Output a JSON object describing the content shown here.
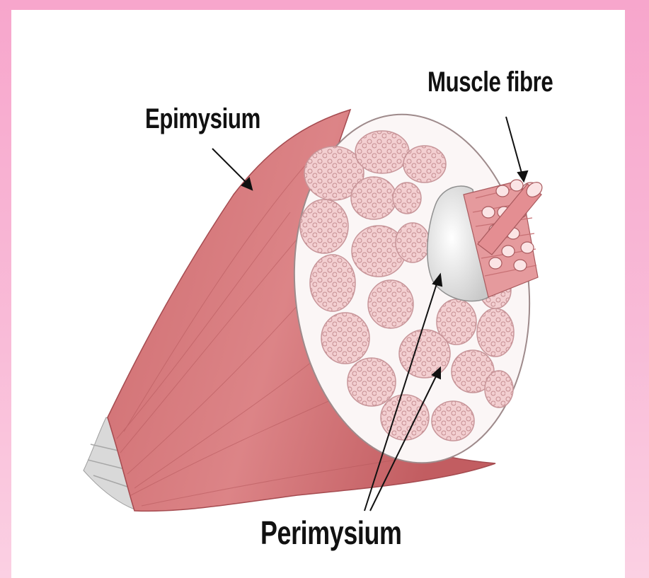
{
  "diagram": {
    "labels": {
      "epimysium": "Epimysium",
      "muscle_fibre": "Muscle fibre",
      "perimysium": "Perimysium"
    },
    "colors": {
      "frame_border": "#f7a6cc",
      "muscle": "#d9777a",
      "muscle_dark": "#b95458",
      "cut_face": "#fbf7f6",
      "fascicle": "#f2c9cb",
      "fibre": "#eaa0a3",
      "tendon": "#d4d4d4"
    },
    "fascicle_rows": 5,
    "fibre_bundle_count": 12
  }
}
